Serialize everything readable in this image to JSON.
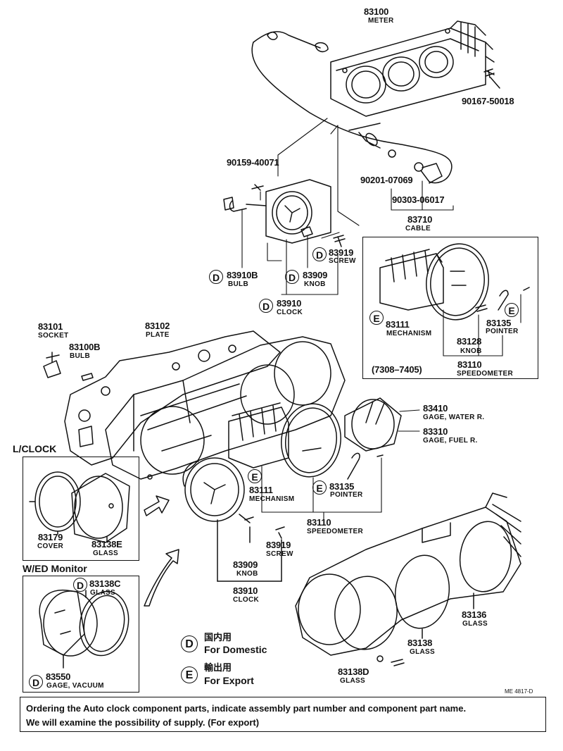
{
  "parts": {
    "p83100": {
      "number": "83100",
      "name": "METER"
    },
    "p90167": {
      "number": "90167-50018"
    },
    "p90159": {
      "number": "90159-40071"
    },
    "p90201": {
      "number": "90201-07069"
    },
    "p90303": {
      "number": "90303-06017"
    },
    "p83710": {
      "number": "83710",
      "name": "CABLE"
    },
    "p83919a": {
      "number": "83919",
      "name": "SCREW"
    },
    "p83910Ba": {
      "number": "83910B",
      "name": "BULB"
    },
    "p83909a": {
      "number": "83909",
      "name": "KNOB"
    },
    "p83910a": {
      "number": "83910",
      "name": "CLOCK"
    },
    "p83111a": {
      "number": "83111",
      "name": "MECHANISM"
    },
    "p83128": {
      "number": "83128",
      "name": "KNOB"
    },
    "p83135a": {
      "number": "83135",
      "name": "POINTER"
    },
    "p83110a": {
      "number": "83110",
      "name": "SPEEDOMETER"
    },
    "p83101": {
      "number": "83101",
      "name": "SOCKET"
    },
    "p83102": {
      "number": "83102",
      "name": "PLATE"
    },
    "p83100B": {
      "number": "83100B",
      "name": "BULB"
    },
    "p83410": {
      "number": "83410",
      "name": "GAGE, WATER R."
    },
    "p83310": {
      "number": "83310",
      "name": "GAGE, FUEL R."
    },
    "p83111b": {
      "number": "83111",
      "name": "MECHANISM"
    },
    "p83135b": {
      "number": "83135",
      "name": "POINTER"
    },
    "p83110b": {
      "number": "83110",
      "name": "SPEEDOMETER"
    },
    "p83179": {
      "number": "83179",
      "name": "COVER"
    },
    "p83138E": {
      "number": "83138E",
      "name": "GLASS"
    },
    "p83909b": {
      "number": "83909",
      "name": "KNOB"
    },
    "p83919b": {
      "number": "83919",
      "name": "SCREW"
    },
    "p83910b": {
      "number": "83910",
      "name": "CLOCK"
    },
    "p83138C": {
      "number": "83138C",
      "name": "GLASS"
    },
    "p83550": {
      "number": "83550",
      "name": "GAGE, VACUUM"
    },
    "p83136": {
      "number": "83136",
      "name": "GLASS"
    },
    "p83138": {
      "number": "83138",
      "name": "GLASS"
    },
    "p83138D": {
      "number": "83138D",
      "name": "GLASS"
    }
  },
  "date_range": "(7308–7405)",
  "sections": {
    "lclock": "L/CLOCK",
    "wed_monitor": "W/ED Monitor"
  },
  "badges": {
    "d": "D",
    "e": "E"
  },
  "legend": {
    "d_jp": "国内用",
    "d_en": "For Domestic",
    "e_jp": "輸出用",
    "e_en": "For Export"
  },
  "drawing_code": "ME 4817-D",
  "note": {
    "line1": "Ordering the Auto clock component parts, indicate assembly part number and component part name.",
    "line2": "We will examine the possibility of supply. (For export)"
  }
}
